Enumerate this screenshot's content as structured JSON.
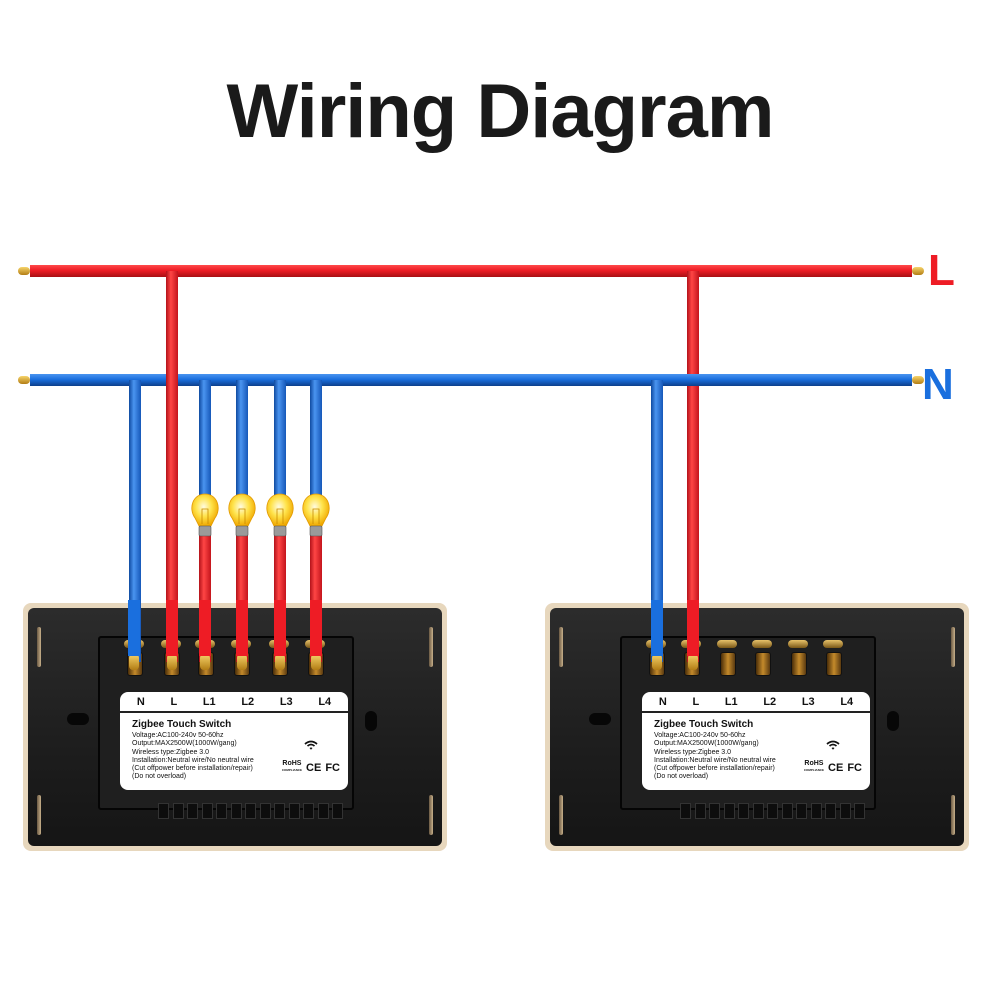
{
  "title": "Wiring Diagram",
  "bus": {
    "live_label": "L",
    "neutral_label": "N",
    "live_color": "#ee1c25",
    "neutral_color": "#1a6fde"
  },
  "switches": [
    {
      "name": "switch-1",
      "terminals": [
        "N",
        "L",
        "L1",
        "L2",
        "L3",
        "L4"
      ],
      "wired_terminals": [
        "N",
        "L",
        "L1",
        "L2",
        "L3",
        "L4"
      ],
      "bulbs_on": [
        "L1",
        "L2",
        "L3",
        "L4"
      ],
      "product": "Zigbee Touch Switch",
      "specs": [
        "Voltage:AC100-240v 50-60hz",
        "Output:MAX2500W(1000W/gang)",
        "Wireless type:Zigbee 3.0",
        "Installation:Neutral wire/No neutral wire",
        "(Cut offpower before installation/repair)",
        "(Do not overload)"
      ],
      "certs": {
        "rohs": "RoHS",
        "rohs_sub": "COMPLIANCE",
        "ce": "CE",
        "fc": "FC"
      }
    },
    {
      "name": "switch-2",
      "terminals": [
        "N",
        "L",
        "L1",
        "L2",
        "L3",
        "L4"
      ],
      "wired_terminals": [
        "N",
        "L"
      ],
      "bulbs_on": [],
      "product": "Zigbee Touch Switch",
      "specs": [
        "Voltage:AC100-240v 50-60hz",
        "Output:MAX2500W(1000W/gang)",
        "Wireless type:Zigbee 3.0",
        "Installation:Neutral wire/No neutral wire",
        "(Cut offpower before installation/repair)",
        "(Do not overload)"
      ],
      "certs": {
        "rohs": "RoHS",
        "rohs_sub": "COMPLIANCE",
        "ce": "CE",
        "fc": "FC"
      }
    }
  ]
}
